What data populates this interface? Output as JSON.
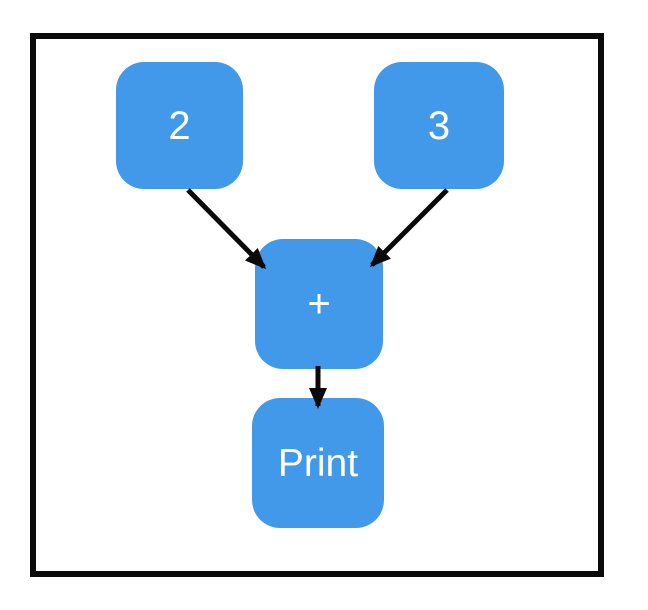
{
  "diagram": {
    "type": "dataflow-graph",
    "nodes": [
      {
        "id": "input-2",
        "label": "2"
      },
      {
        "id": "input-3",
        "label": "3"
      },
      {
        "id": "add-operator",
        "label": "+"
      },
      {
        "id": "print",
        "label": "Print"
      }
    ],
    "edges": [
      {
        "from": "input-2",
        "to": "add-operator"
      },
      {
        "from": "input-3",
        "to": "add-operator"
      },
      {
        "from": "add-operator",
        "to": "print"
      }
    ],
    "colors": {
      "node_fill": "#4299e9",
      "node_text": "#ffffff",
      "arrow": "#0a0a0a",
      "frame_border": "#0a0a0a",
      "background": "#ffffff"
    }
  }
}
